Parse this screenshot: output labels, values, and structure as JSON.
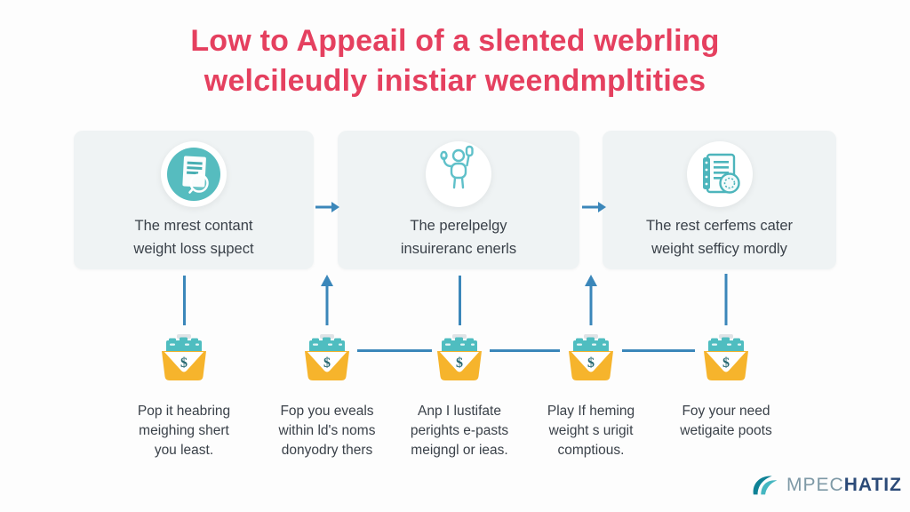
{
  "title": {
    "line1": "Low to Appeail of a slented webrling",
    "line2": "welcileudly inistiar weendmpltities"
  },
  "cards": [
    {
      "icon": "document-search-icon",
      "line1": "The mrest contant",
      "line2": "weight loss sµpect"
    },
    {
      "icon": "waving-person-icon",
      "line1": "The perelpelgy",
      "line2": "insuireranc enerls"
    },
    {
      "icon": "checklist-clock-icon",
      "line1": "The rest cerfems cater",
      "line2": "weight sefficy mordly"
    }
  ],
  "money_icon": {
    "name": "money-envelope-icon",
    "symbol": "$"
  },
  "steps": [
    {
      "lines": [
        "Pop it heabring",
        "meighing shert",
        "you least."
      ]
    },
    {
      "lines": [
        "Fop you eveals",
        "within ld's noms",
        "donyodry thers"
      ]
    },
    {
      "lines": [
        "Anp I lustifate",
        "perights e-pasts",
        "meigngl or ieas."
      ]
    },
    {
      "lines": [
        "Play If heming",
        "weight s urigit",
        "comptious."
      ]
    },
    {
      "lines": [
        "Foy your need",
        "wetigaite poots"
      ]
    }
  ],
  "logo": {
    "text_primary": "MPEC",
    "text_secondary": "HATIZ"
  },
  "colors": {
    "title_pink": "#e5405f",
    "card_background": "#eff3f4",
    "teal": "#52b9bd",
    "arrow_blue": "#3b87ba",
    "money_orange": "#f6b42c",
    "money_teal": "#4fbdc0",
    "body_text": "#3a4149",
    "logo_navy": "#2b4a78",
    "logo_gray": "#7e99a6"
  }
}
